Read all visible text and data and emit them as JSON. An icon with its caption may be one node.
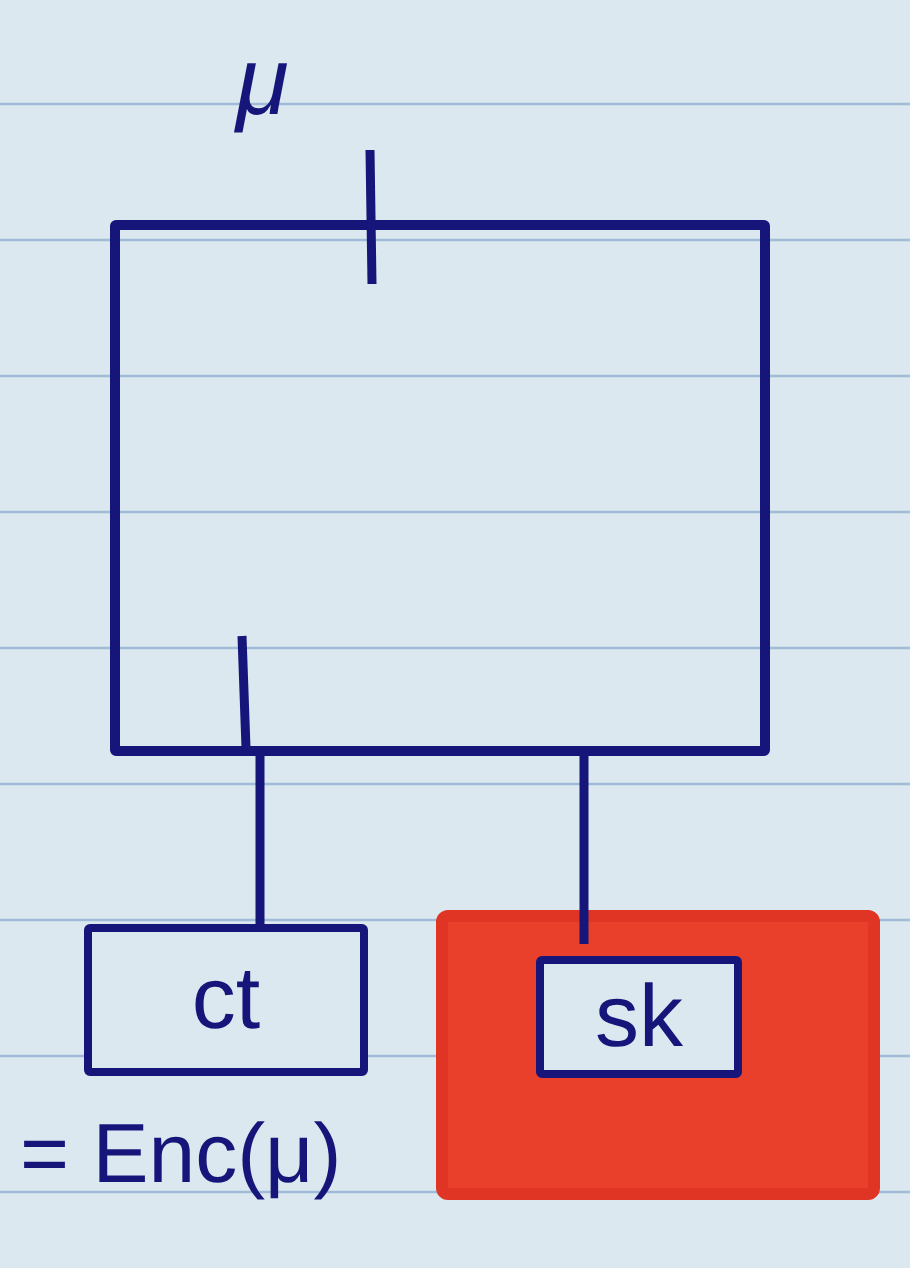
{
  "diagram": {
    "nodes": [
      {
        "text": [],
        "shape": "box"
      },
      {
        "text": [
          "ct"
        ],
        "beside": [
          "= Enc(μ)"
        ]
      },
      {
        "text": [],
        "shape": "box"
      },
      {
        "text": [
          "sk"
        ],
        "in": 2
      }
    ],
    "edges": [
      {
        "from": 0,
        "to": 1,
        "arrow": "none"
      },
      {
        "from": 0,
        "to": 3,
        "arrow": "none"
      }
    ],
    "labels": [
      "μ"
    ]
  }
}
